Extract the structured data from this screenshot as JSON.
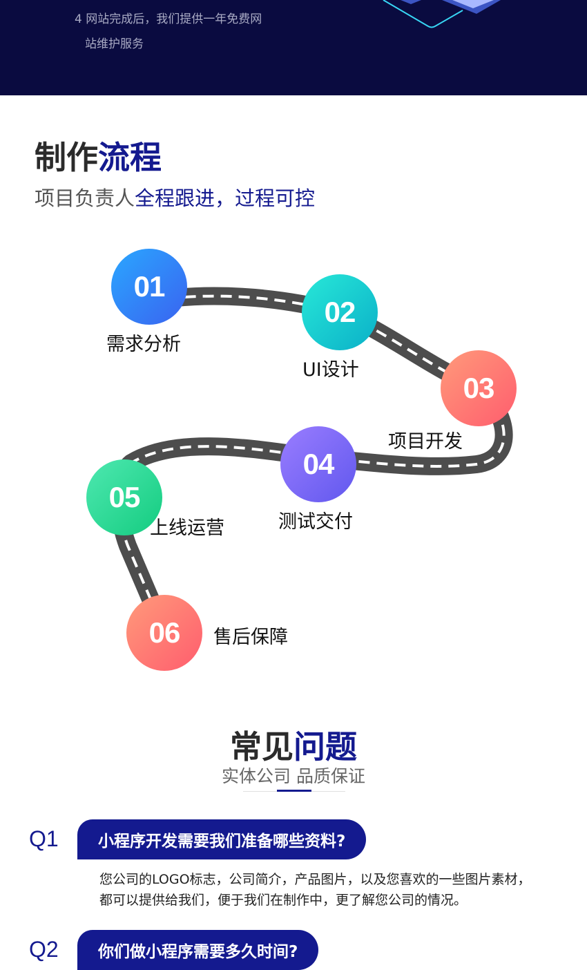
{
  "hero": {
    "line1": "4 网站完成后，我们提供一年免费网",
    "line2": "站维护服务"
  },
  "process": {
    "title_a": "制作",
    "title_b": "流程",
    "sub_a": "项目负责人",
    "sub_b": "全程跟进，过程可控",
    "steps": [
      {
        "num": "01",
        "label": "需求分析"
      },
      {
        "num": "02",
        "label": "UI设计"
      },
      {
        "num": "03",
        "label": "项目开发"
      },
      {
        "num": "04",
        "label": "测试交付"
      },
      {
        "num": "05",
        "label": "上线运营"
      },
      {
        "num": "06",
        "label": "售后保障"
      }
    ]
  },
  "faq": {
    "title_a": "常见",
    "title_b": "问题",
    "subtitle": "实体公司 品质保证",
    "items": [
      {
        "num": "Q1",
        "question": "小程序开发需要我们准备哪些资料?",
        "answer": "您公司的LOGO标志，公司简介，产品图片，以及您喜欢的一些图片素材，都可以提供给我们，便于我们在制作中，更了解您公司的情况。"
      },
      {
        "num": "Q2",
        "question": "你们做小程序需要多久时间?"
      }
    ]
  },
  "colors": {
    "navy": "#0a0b40",
    "accent": "#141a8f"
  }
}
